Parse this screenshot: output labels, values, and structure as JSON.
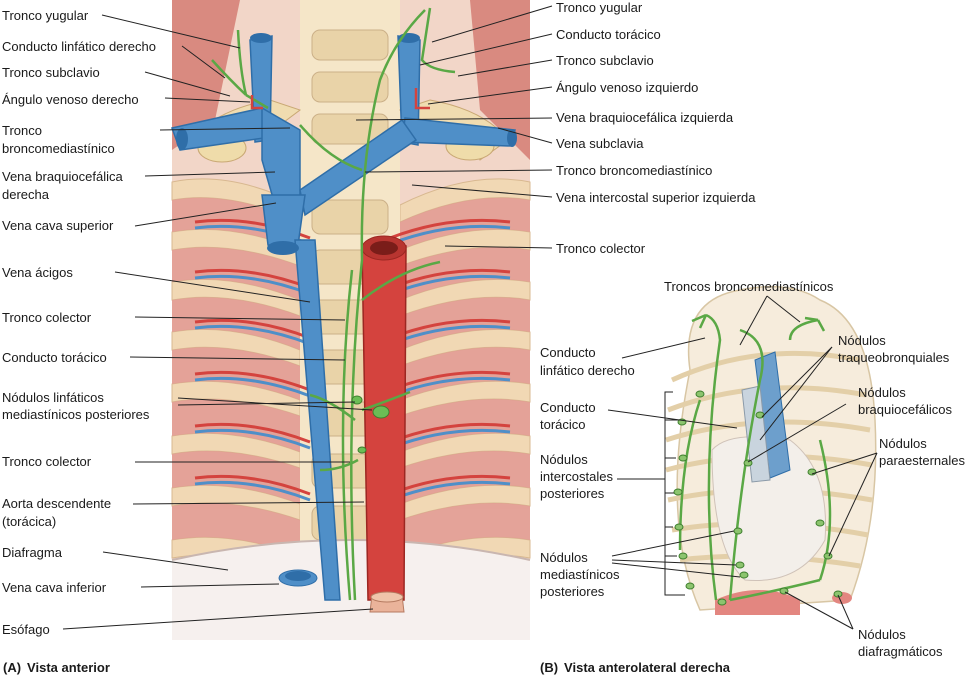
{
  "panel_a": {
    "caption_letter": "(A)",
    "caption": "Vista anterior",
    "labels_left": {
      "tronco_yugular": "Tronco yugular",
      "conducto_linfatico_derecho": "Conducto linfático derecho",
      "tronco_subclavio": "Tronco subclavio",
      "angulo_venoso_derecho": "Ángulo venoso derecho",
      "tronco_broncomediastinico_1": "Tronco",
      "tronco_broncomediastinico_2": "broncomediastínico",
      "vena_braquiocefalica_derecha_1": "Vena braquiocefálica",
      "vena_braquiocefalica_derecha_2": "derecha",
      "vena_cava_superior": "Vena cava superior",
      "vena_acigos": "Vena ácigos",
      "tronco_colector_1": "Tronco colector",
      "conducto_toracico": "Conducto torácico",
      "nodulos_linfaticos_1": "Nódulos linfáticos",
      "nodulos_linfaticos_2": "mediastínicos posteriores",
      "tronco_colector_2": "Tronco colector",
      "aorta_descendente_1": "Aorta descendente",
      "aorta_descendente_2": "(torácica)",
      "diafragma": "Diafragma",
      "vena_cava_inferior": "Vena cava inferior",
      "esofago": "Esófago"
    },
    "labels_right": {
      "tronco_yugular": "Tronco yugular",
      "conducto_toracico": "Conducto torácico",
      "tronco_subclavio": "Tronco subclavio",
      "angulo_venoso_izquierdo": "Ángulo venoso izquierdo",
      "vena_braquiocefalica_izquierda": "Vena braquiocefálica izquierda",
      "vena_subclavia": "Vena subclavia",
      "tronco_broncomediastinico": "Tronco broncomediastínico",
      "vena_intercostal_superior_izquierda": "Vena intercostal superior izquierda",
      "tronco_colector": "Tronco colector"
    }
  },
  "panel_b": {
    "caption_letter": "(B)",
    "caption": "Vista anterolateral derecha",
    "labels": {
      "troncos_broncomediastinicos": "Troncos broncomediastínicos",
      "conducto_linfatico_derecho_1": "Conducto",
      "conducto_linfatico_derecho_2": "linfático derecho",
      "conducto_toracico_1": "Conducto",
      "conducto_toracico_2": "torácico",
      "nodulos_intercostales_1": "Nódulos",
      "nodulos_intercostales_2": "intercostales",
      "nodulos_intercostales_3": "posteriores",
      "nodulos_mediastinicos_1": "Nódulos",
      "nodulos_mediastinicos_2": "mediastínicos",
      "nodulos_mediastinicos_3": "posteriores",
      "nodulos_traqueobronquiales_1": "Nódulos",
      "nodulos_traqueobronquiales_2": "traqueobronquiales",
      "nodulos_braquiocefalicos_1": "Nódulos",
      "nodulos_braquiocefalicos_2": "braquiocefálicos",
      "nodulos_paraesternales_1": "Nódulos",
      "nodulos_paraesternales_2": "paraesternales",
      "nodulos_diafragmaticos_1": "Nódulos",
      "nodulos_diafragmaticos_2": "diafragmáticos"
    }
  },
  "colors": {
    "vein": "#4f8fc8",
    "vein_dark": "#2f6ea8",
    "artery": "#d4433e",
    "artery_dark": "#9c2722",
    "lymph": "#5aa845",
    "muscle": "#e8a8a0",
    "bone": "#f3e2c0",
    "leader": "#222222"
  }
}
